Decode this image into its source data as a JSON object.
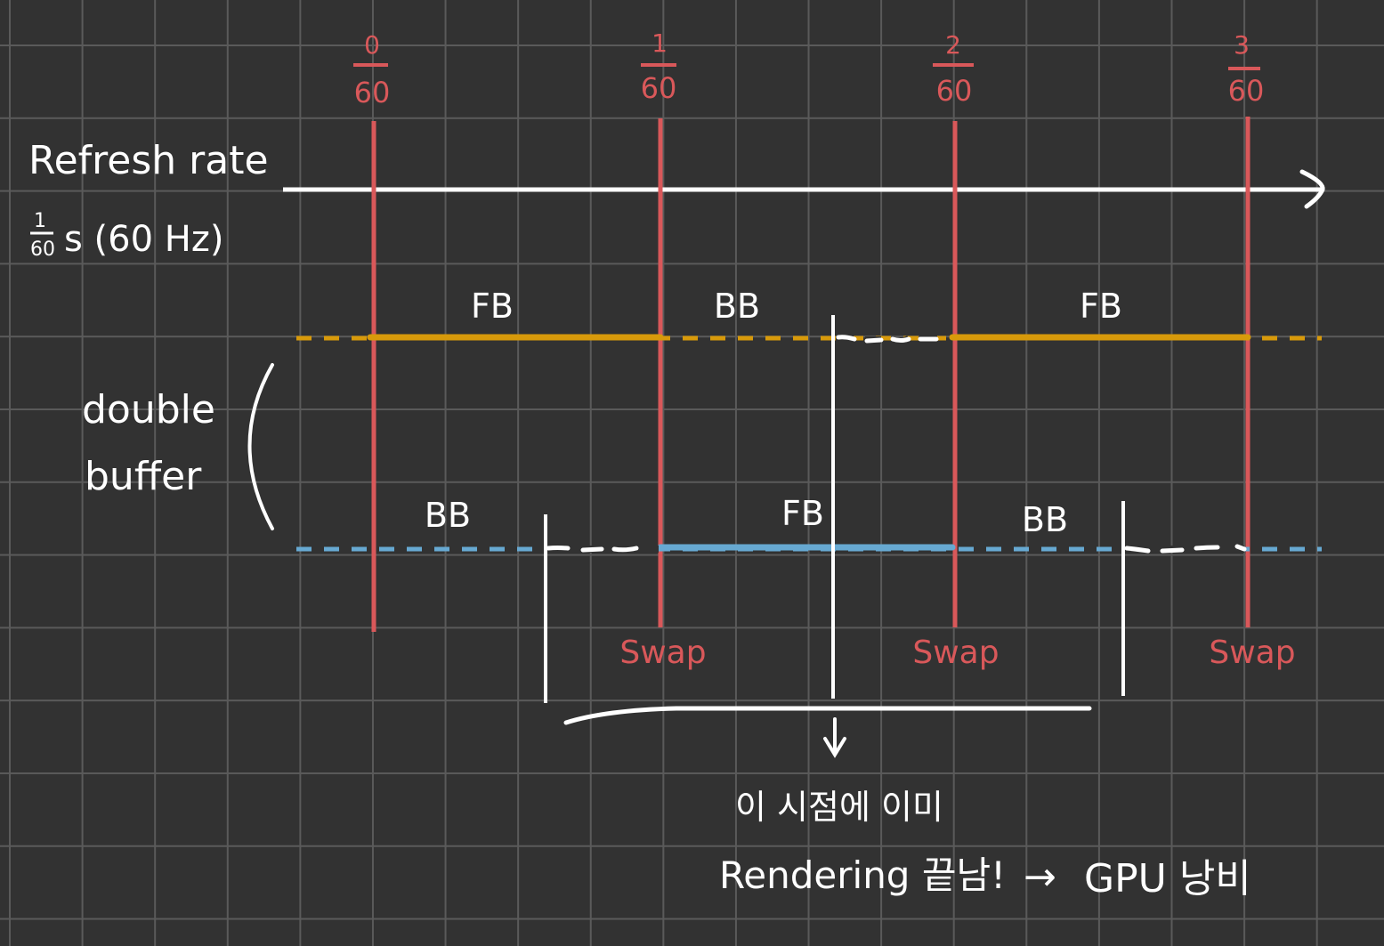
{
  "title_labels": {
    "refresh_rate": "Refresh rate",
    "period": "1/60 s (60 Hz)",
    "period_numerator": "1",
    "period_denominator": "60",
    "period_rest": "s (60 Hz)",
    "double_buffer_line1": "double",
    "double_buffer_line2": "buffer"
  },
  "timeline": {
    "ticks": [
      {
        "numerator": "0",
        "denominator": "60"
      },
      {
        "numerator": "1",
        "denominator": "60"
      },
      {
        "numerator": "2",
        "denominator": "60"
      },
      {
        "numerator": "3",
        "denominator": "60"
      }
    ],
    "swap_labels": [
      "Swap",
      "Swap",
      "Swap"
    ]
  },
  "buffers": {
    "top": {
      "color": "#d89a0a",
      "segments": [
        "FB",
        "BB",
        "FB"
      ]
    },
    "bottom": {
      "color": "#67a9d2",
      "segments": [
        "BB",
        "FB",
        "BB"
      ]
    }
  },
  "annotation": {
    "line1": "이 시점에 이미",
    "line2": "Rendering 끝남!",
    "arrow": "→",
    "line3": "GPU 낭비"
  },
  "colors": {
    "background": "#323232",
    "grid": "#5a5a5a",
    "tick_red": "#d9585a",
    "ink": "#ffffff"
  }
}
